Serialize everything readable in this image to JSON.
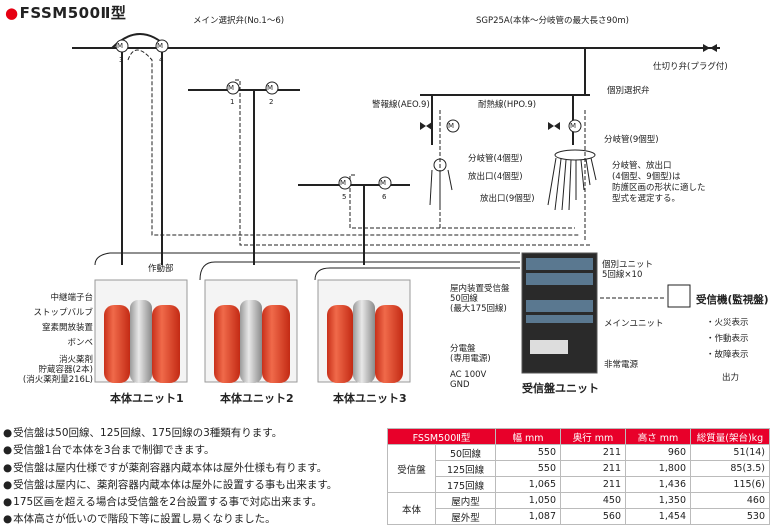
{
  "title": "FSSM500Ⅱ型",
  "labels": {
    "main_selector": "メイン選択弁(No.1～6)",
    "sgp": "SGP25A(本体～分岐管の最大長さ90m)",
    "gate_valve": "仕切り弁(プラグ付)",
    "individual_selector": "個別選択弁",
    "alarm_line": "警報線(AEO.9)",
    "heat_line": "耐熱線(HPO.9)",
    "branch_pipe_9": "分岐管(9個型)",
    "branch_pipe_4": "分岐管(4個型)",
    "outlet_4": "放出口(4個型)",
    "outlet_9": "放出口(9個型)",
    "note1": "分岐管、放出口",
    "note2": "(4個型、9個型)は",
    "note3": "防護区画の形状に適した",
    "note4": "型式を選定する。",
    "actuator": "作動部",
    "relay_terminal": "中継端子台",
    "stop_valve": "ストップバルブ",
    "nitrogen_valve": "窒素開放装置",
    "cylinder": "ボンベ",
    "agent1": "消火薬剤",
    "agent2": "貯蔵容器(2本)",
    "agent3": "(消火薬剤量216L)",
    "unit1": "本体ユニット1",
    "unit2": "本体ユニット2",
    "unit3": "本体ユニット3",
    "indiv_unit1": "個別ユニット",
    "indiv_unit2": "5回線×10",
    "indoor_recv1": "屋内装置受信盤",
    "indoor_recv2": "50回線",
    "indoor_recv3": "(最大175回線)",
    "main_unit": "メインユニット",
    "dist1": "分電盤",
    "dist2": "(専用電源)",
    "ac1": "AC 100V",
    "ac2": "GND",
    "emergency": "非常電源",
    "receiver_unit": "受信盤ユニット",
    "receiver_mon": "受信機(監視盤)",
    "fire": "・火災表示",
    "operate": "・作動表示",
    "fault": "・故障表示",
    "output": "出力"
  },
  "bullets": [
    "受信盤は50回線、125回線、175回線の3種類有ります。",
    "受信盤1台で本体を3台まで制御できます。",
    "受信盤は屋内仕様ですが薬剤容器内蔵本体は屋外仕様も有ります。",
    "受信盤は屋内に、薬剤容器内蔵本体は屋外に設置する事も出来ます。",
    "175区画を超える場合は受信盤を2台設置する事で対応出来ます。",
    "本体高さが低いので階段下等に設置し易くなりました。"
  ],
  "spec_table": {
    "headers": [
      "FSSM500Ⅱ型",
      "",
      "幅 mm",
      "奥行 mm",
      "高さ mm",
      "総質量(架台)kg"
    ],
    "rows": [
      {
        "cat": "受信盤",
        "sub": "50回線",
        "w": "550",
        "d": "211",
        "h": "960",
        "m": "51(14)"
      },
      {
        "cat": "",
        "sub": "125回線",
        "w": "550",
        "d": "211",
        "h": "1,800",
        "m": "85(3.5)"
      },
      {
        "cat": "",
        "sub": "175回線",
        "w": "1,065",
        "d": "211",
        "h": "1,436",
        "m": "115(6)"
      },
      {
        "cat": "本体",
        "sub": "屋内型",
        "w": "1,050",
        "d": "450",
        "h": "1,350",
        "m": "460"
      },
      {
        "cat": "",
        "sub": "屋外型",
        "w": "1,087",
        "d": "560",
        "h": "1,454",
        "m": "530"
      }
    ]
  },
  "valve_marks": [
    "M",
    "M",
    "M",
    "M",
    "M",
    "M",
    "M",
    "M"
  ],
  "valve_nums": [
    "3",
    "4",
    "1",
    "2",
    "5",
    "6"
  ],
  "colors": {
    "accent": "#e60012",
    "tank": "#e8401c",
    "cylinder": "#b8b8b8",
    "table_head": "#e8002a"
  }
}
